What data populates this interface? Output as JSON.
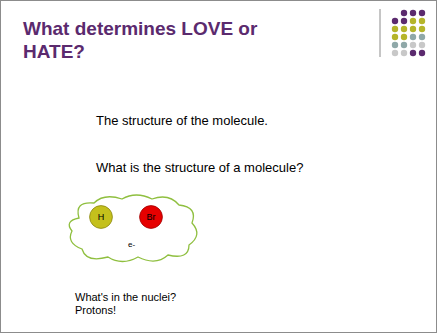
{
  "diagram": {
    "title": "What determines LOVE or HATE?",
    "nodes": [
      {
        "text": [
          "e-"
        ]
      },
      {
        "text": [
          "H"
        ],
        "in": 0
      },
      {
        "text": [
          "Br"
        ],
        "in": 0
      }
    ],
    "labels": [
      "The structure of the molecule.",
      "What is the structure of a molecule?",
      "What's in the nuclei?",
      "Protons!"
    ]
  }
}
